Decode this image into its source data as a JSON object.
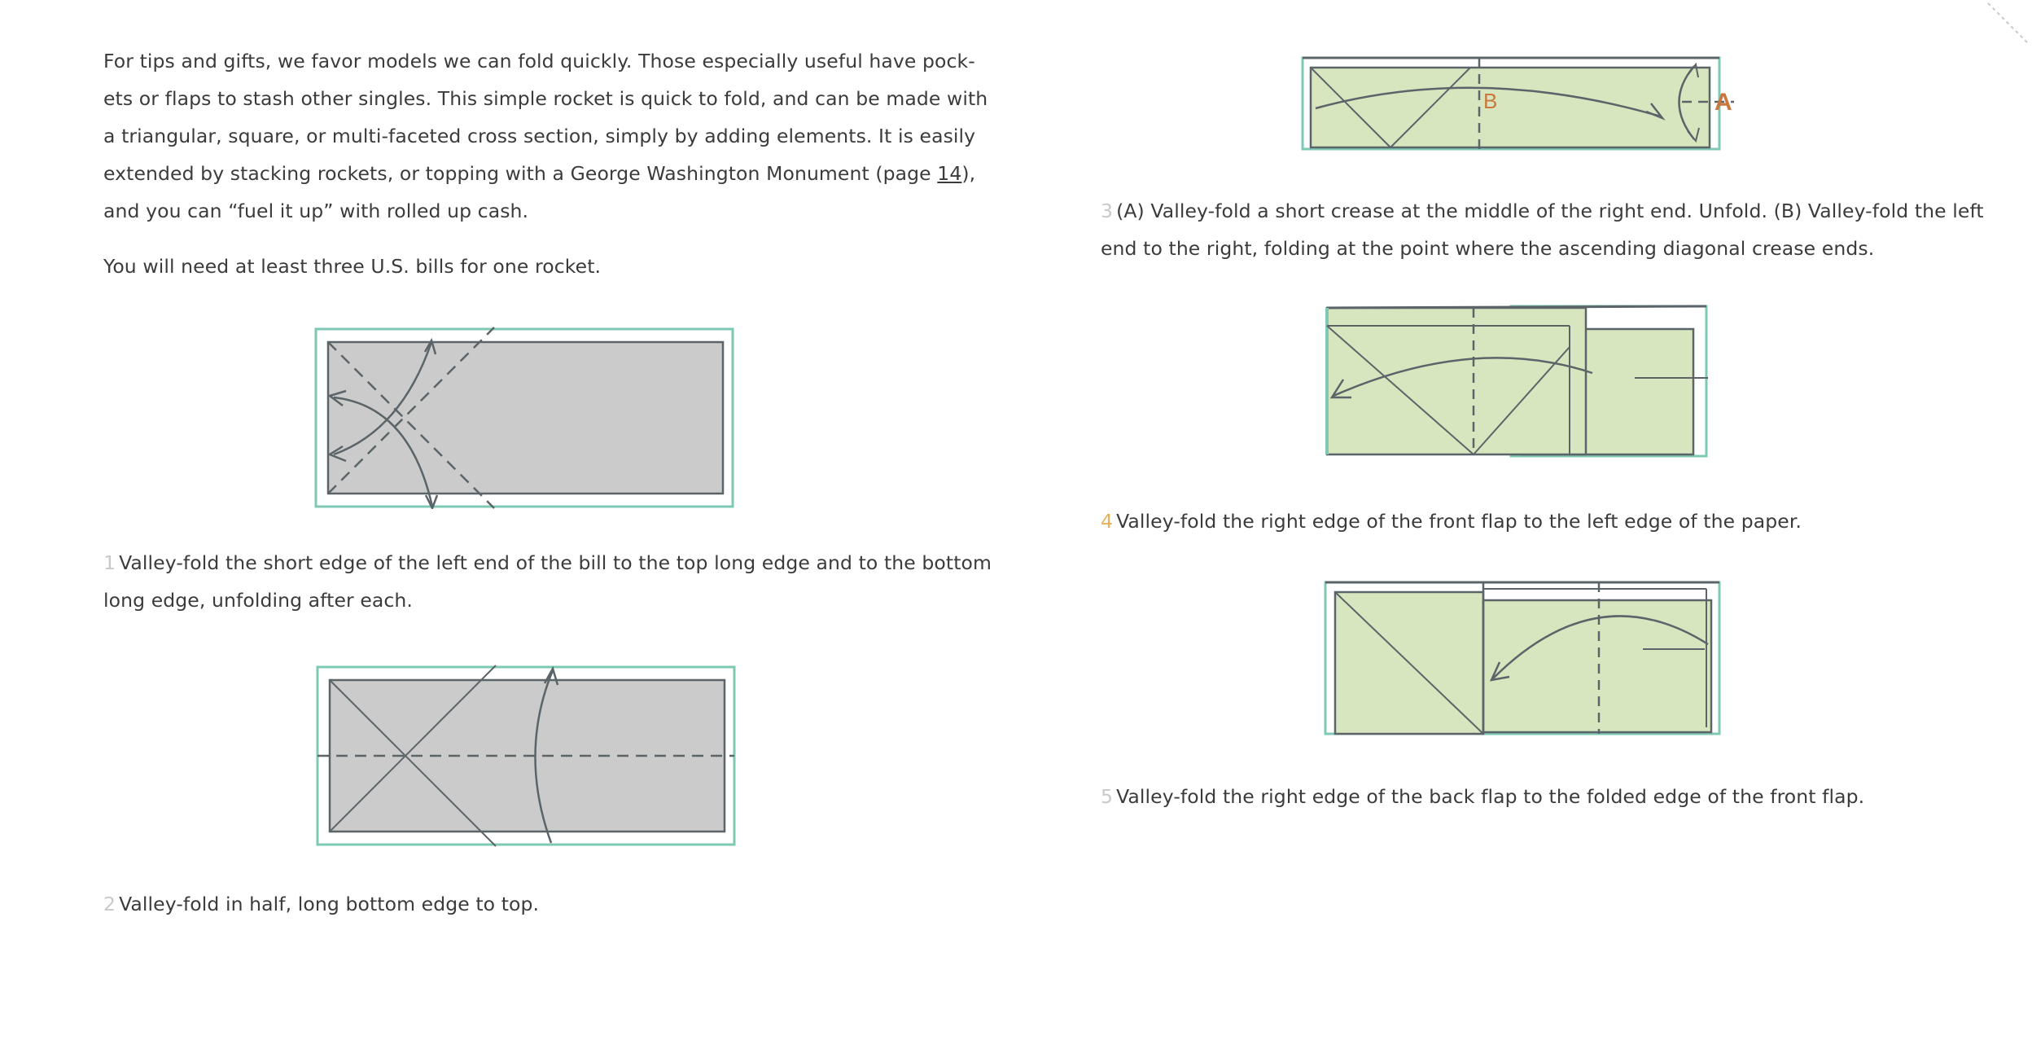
{
  "intro": {
    "lines": [
      "For tips and gifts, we favor models we can fold quickly. Those especially useful have pock-",
      "ets or flaps to stash other singles. This simple rocket is quick to fold, and can be made with",
      "a triangular, square, or multi-faceted cross section, simply by adding elements. It is easily",
      "extended by stacking rockets, or topping with a George Washington Monument (page ",
      "and you can “fuel it up” with rolled up cash."
    ],
    "page_ref": "14",
    "page_ref_suffix": "),"
  },
  "requirement": "You will need at least three U.S. bills for one rocket.",
  "steps": [
    {
      "number": "1",
      "lines": [
        "Valley-fold the short edge of the left end of the bill to the top long edge and to the bottom",
        "long edge, unfolding after each."
      ]
    },
    {
      "number": "2",
      "lines": [
        "Valley-fold in half, long bottom edge to top."
      ]
    },
    {
      "number": "3",
      "lines": [
        "(A) Valley-fold a short crease at the middle of the right end. Unfold. (B) Valley-fold the left",
        "end to the right, folding at the point where the ascending diagonal crease ends."
      ]
    },
    {
      "number": "4",
      "lines": [
        "Valley-fold the right edge of the front flap to the left edge of the paper."
      ]
    },
    {
      "number": "5",
      "lines": [
        "Valley-fold the right edge of the back flap to the folded edge of the front flap."
      ]
    }
  ],
  "diagram_labels": {
    "a": "A",
    "b": "B"
  },
  "colors": {
    "text": "#3b3b3b",
    "bill_gray": "#cbcbcb",
    "bill_green": "#d7e6bf",
    "border_teal": "#7fc8b3",
    "line": "#5b6468",
    "label_orange": "#c9773c"
  }
}
